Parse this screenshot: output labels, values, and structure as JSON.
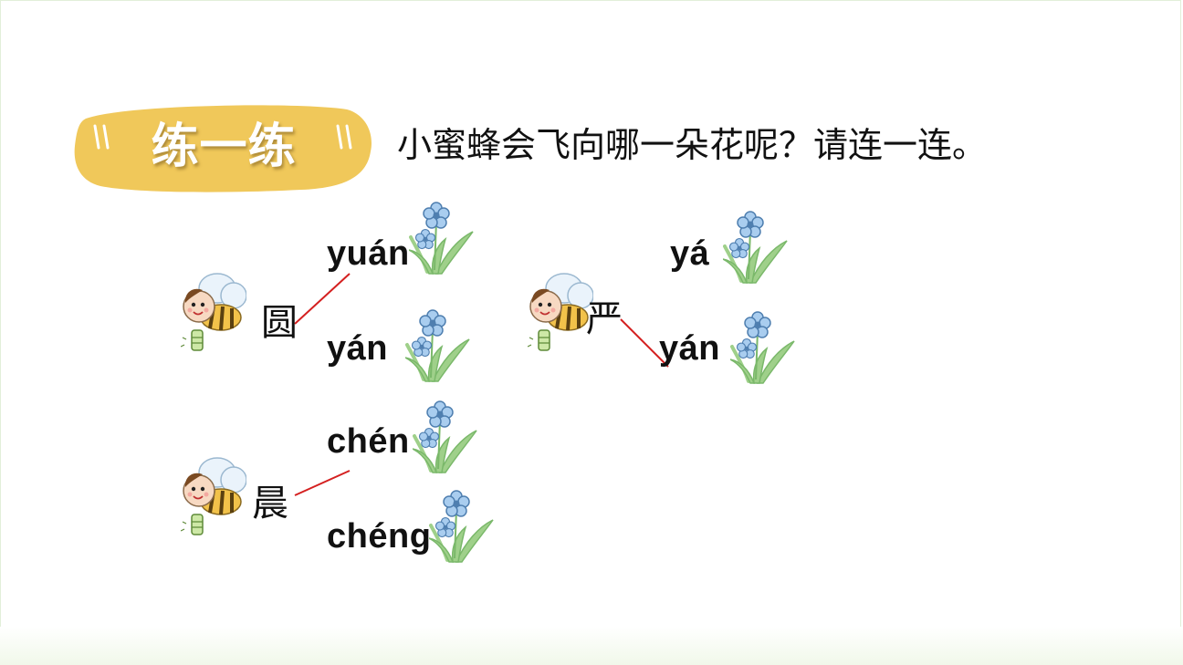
{
  "banner": {
    "label": "练一练",
    "color": "#f0c85a"
  },
  "instruction": "小蜜蜂会飞向哪一朵花呢？请连一连。",
  "groups": [
    {
      "character": "圆",
      "options": [
        "yuán",
        "yán"
      ],
      "answer": "yuán"
    },
    {
      "character": "严",
      "options": [
        "yá",
        "yán"
      ],
      "answer": "yán"
    },
    {
      "character": "晨",
      "options": [
        "chén",
        "chéng"
      ],
      "answer": "chén"
    }
  ],
  "icons": {
    "bee": "bee-icon",
    "flower": "blue-flower-icon"
  },
  "colors": {
    "line": "#d42020",
    "petal": "#a9cdef",
    "leaf": "#9fd08a"
  }
}
